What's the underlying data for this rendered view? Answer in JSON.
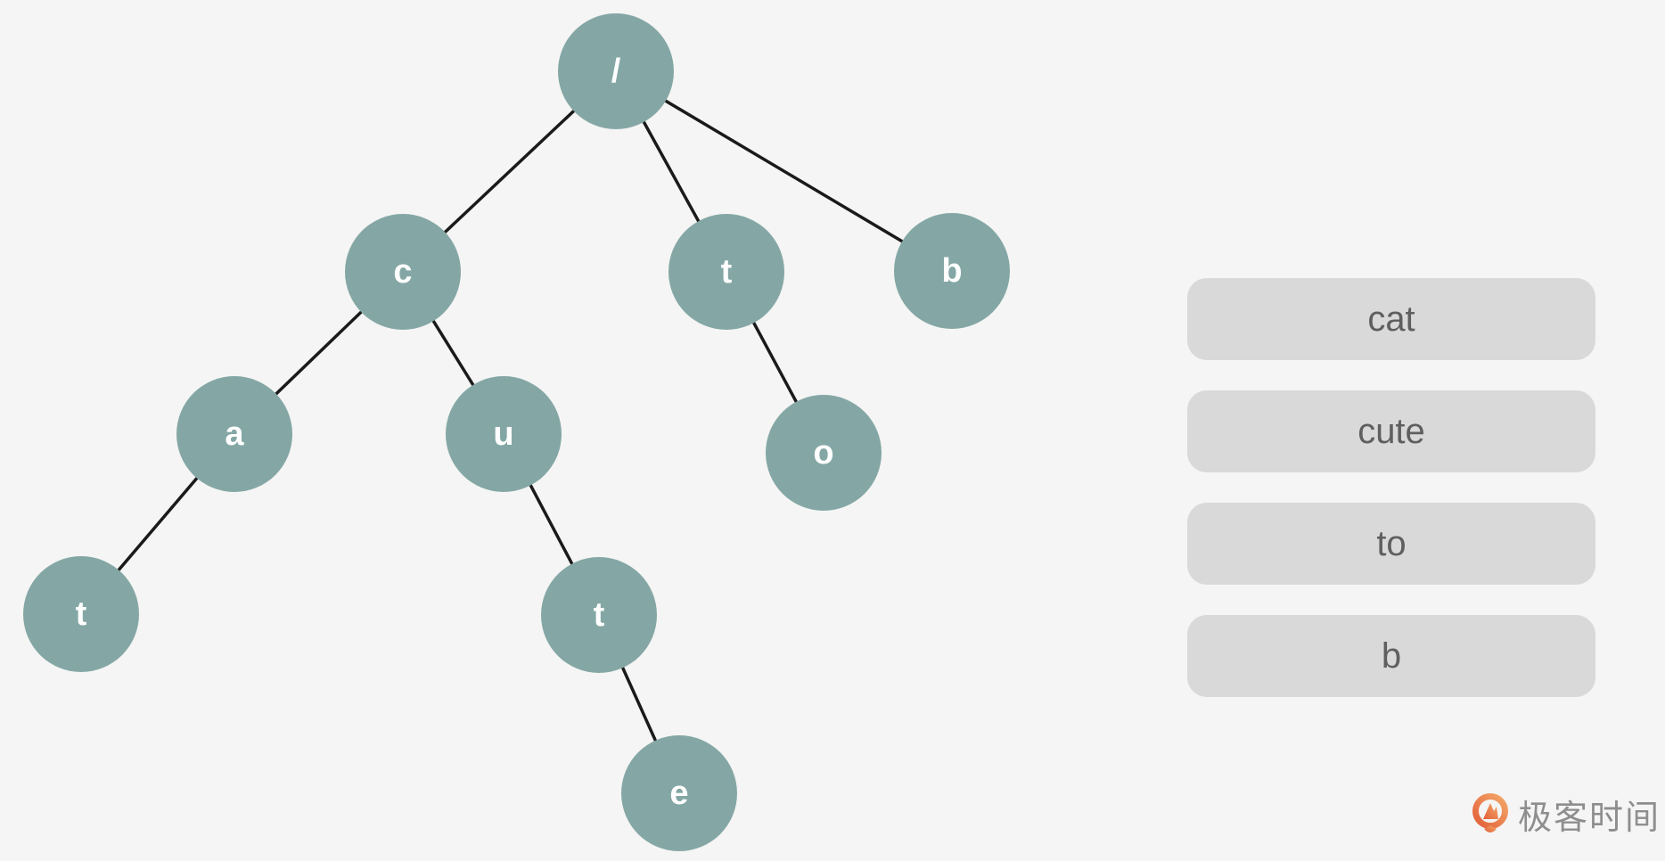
{
  "colors": {
    "background": "#f4f5f4",
    "node_fill": "#84a7a5",
    "node_text": "#ffffff",
    "edge": "#1a1a1a",
    "word_box_fill": "#d9d9d9",
    "word_text": "#5f5f5f",
    "logo_orange": "#e8703d",
    "logo_text_gray": "#8e8e8e"
  },
  "trie": {
    "nodes": [
      {
        "id": "root",
        "label": "/"
      },
      {
        "id": "c",
        "label": "c"
      },
      {
        "id": "t1",
        "label": "t"
      },
      {
        "id": "b",
        "label": "b"
      },
      {
        "id": "a",
        "label": "a"
      },
      {
        "id": "u",
        "label": "u"
      },
      {
        "id": "o",
        "label": "o"
      },
      {
        "id": "t2",
        "label": "t"
      },
      {
        "id": "t3",
        "label": "t"
      },
      {
        "id": "e",
        "label": "e"
      }
    ],
    "edges": [
      [
        "root",
        "c"
      ],
      [
        "root",
        "t1"
      ],
      [
        "root",
        "b"
      ],
      [
        "c",
        "a"
      ],
      [
        "c",
        "u"
      ],
      [
        "a",
        "t2"
      ],
      [
        "u",
        "t3"
      ],
      [
        "t3",
        "e"
      ],
      [
        "t1",
        "o"
      ]
    ]
  },
  "words": [
    {
      "label": "cat"
    },
    {
      "label": "cute"
    },
    {
      "label": "to"
    },
    {
      "label": "b"
    }
  ],
  "logo": {
    "text": "极客时间"
  }
}
